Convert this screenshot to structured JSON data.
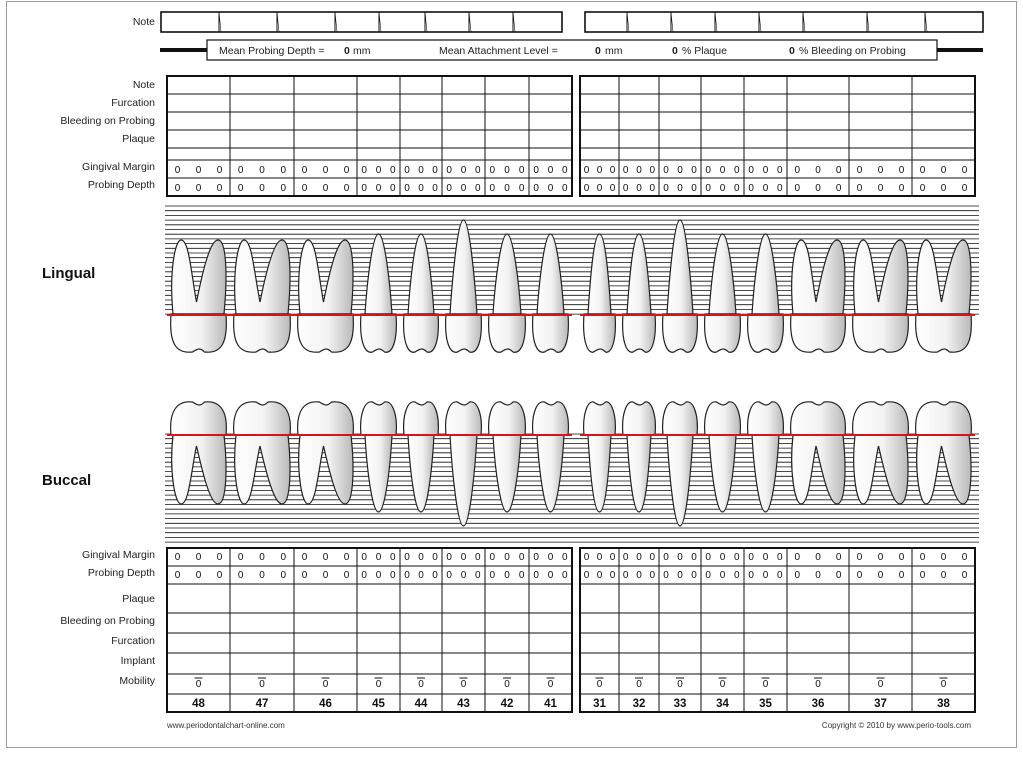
{
  "header": {
    "note_label": "Note"
  },
  "summary": {
    "mean_probing_depth_label": "Mean Probing Depth =",
    "mean_probing_depth_value": "0",
    "mean_probing_depth_unit": "mm",
    "mean_attachment_label": "Mean Attachment Level =",
    "mean_attachment_value": "0",
    "mean_attachment_unit": "mm",
    "plaque_value": "0",
    "plaque_label": "% Plaque",
    "bleeding_value": "0",
    "bleeding_label": "% Bleeding on Probing"
  },
  "upper_rows": {
    "note": "Note",
    "furcation": "Furcation",
    "bleeding": "Bleeding on Probing",
    "plaque": "Plaque",
    "gingival_margin": "Gingival Margin",
    "probing_depth": "Probing Depth"
  },
  "side_labels": {
    "lingual": "Lingual",
    "buccal": "Buccal"
  },
  "lower_rows": {
    "gingival_margin": "Gingival Margin",
    "probing_depth": "Probing Depth",
    "plaque": "Plaque",
    "bleeding": "Bleeding on Probing",
    "furcation": "Furcation",
    "implant": "Implant",
    "mobility": "Mobility"
  },
  "teeth_left": [
    "48",
    "47",
    "46",
    "45",
    "44",
    "43",
    "42",
    "41"
  ],
  "teeth_right": [
    "31",
    "32",
    "33",
    "34",
    "35",
    "36",
    "37",
    "38"
  ],
  "site_value": "0",
  "mobility_value": "0",
  "colors": {
    "gingival_line": "#d4161c",
    "grid": "#111111"
  },
  "footer": {
    "left": "www.periodontalchart-online.com",
    "right": "Copyright © 2010 by www.perio-tools.com"
  }
}
